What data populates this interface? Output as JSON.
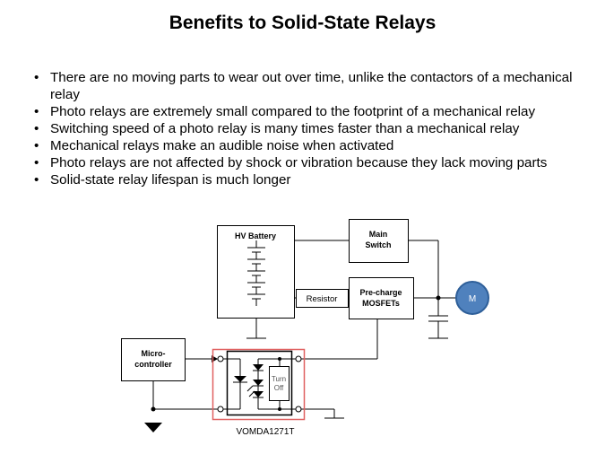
{
  "slide": {
    "title": "Benefits to Solid-State Relays",
    "bullets": [
      "There are no moving parts to wear out over time, unlike the contactors of a mechanical relay",
      "Photo relays are extremely small compared to the footprint of a mechanical relay",
      "Switching speed of a photo relay is many times faster than a mechanical relay",
      "Mechanical relays make an audible noise when activated",
      "Photo relays are not affected by shock or vibration because they lack moving parts",
      "Solid-state relay lifespan is much longer"
    ]
  },
  "diagram": {
    "hv_battery": "HV Battery",
    "main_switch_line1": "Main",
    "main_switch_line2": "Switch",
    "resistor": "Resistor",
    "precharge_line1": "Pre-charge",
    "precharge_line2": "MOSFETs",
    "motor": "M",
    "micro_line1": "Micro-",
    "micro_line2": "controller",
    "turn_line1": "Turn",
    "turn_line2": "Off",
    "part_number": "VOMDA1271T"
  },
  "colors": {
    "motor_fill": "#4f81bd",
    "motor_stroke": "#2e5f99",
    "relay_outline": "#e06060"
  }
}
